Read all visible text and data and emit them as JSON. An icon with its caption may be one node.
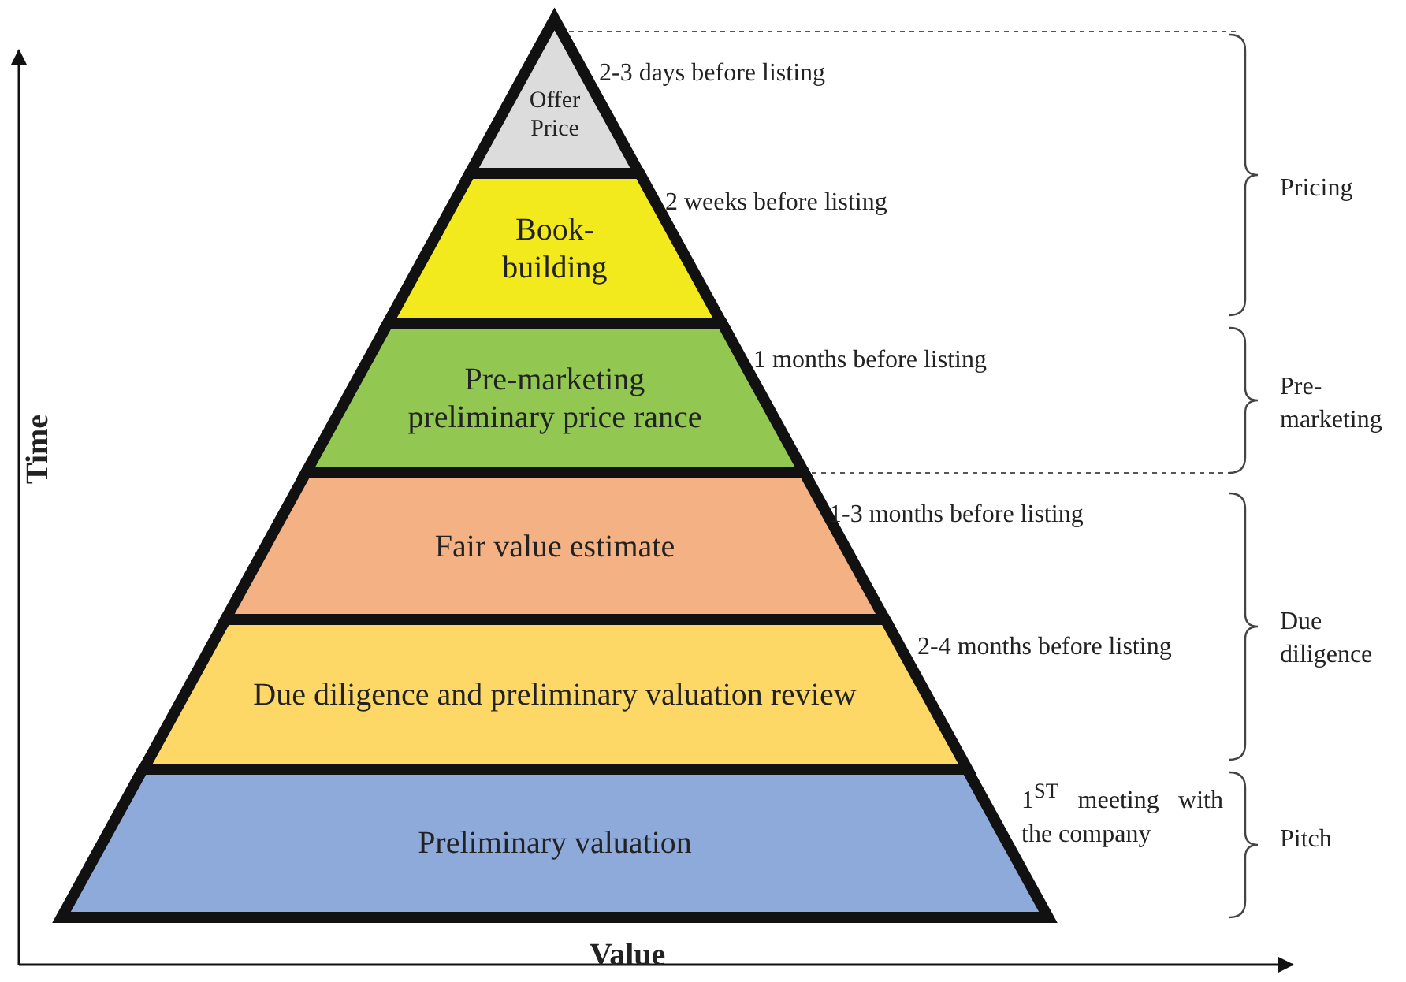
{
  "diagram": {
    "nodes": [
      {
        "text": [
          "Offer Price"
        ],
        "beside": [
          "2-3 days before listing"
        ]
      },
      {
        "text": [
          "Book-building"
        ],
        "beside": [
          "2 weeks before listing"
        ]
      },
      {
        "text": [
          "Pre-marketing preliminary price rance"
        ],
        "beside": [
          "1 months before listing"
        ]
      },
      {
        "text": [
          "Fair value estimate"
        ],
        "beside": [
          "1-3 months before listing"
        ]
      },
      {
        "text": [
          "Due diligence and preliminary valuation review"
        ],
        "beside": [
          "2-4 months before listing"
        ]
      },
      {
        "text": [
          "Preliminary valuation"
        ],
        "beside": [
          "1$^{ST}$ meeting with the company"
        ]
      }
    ],
    "edges": [],
    "labels": [
      "Pricing",
      "Pre-marketing",
      "Due diligence",
      "Pitch",
      "Time",
      "Value"
    ]
  }
}
